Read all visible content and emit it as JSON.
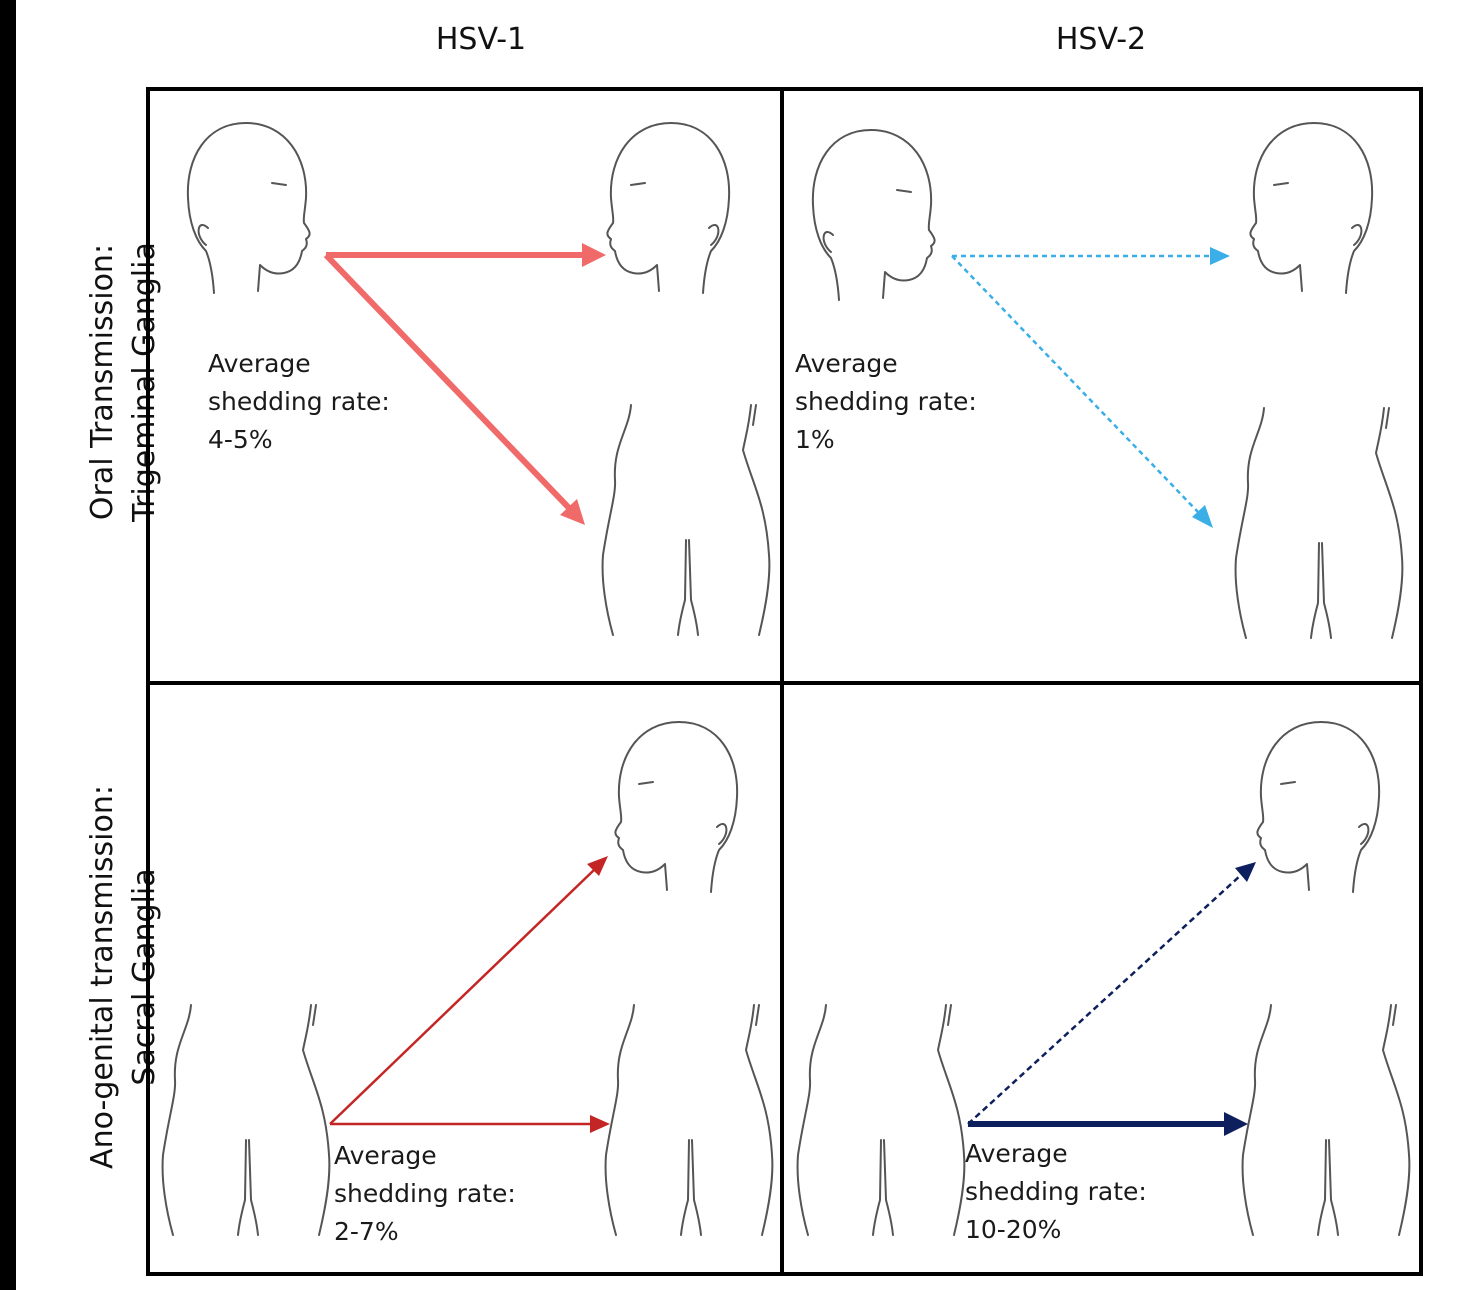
{
  "columns": [
    {
      "label": "HSV-1"
    },
    {
      "label": "HSV-2"
    }
  ],
  "rows": [
    {
      "line1": "Oral Transmission:",
      "line2": "Trigeminal Ganglia"
    },
    {
      "line1": "Ano-genital transmission:",
      "line2": "Sacral Ganglia"
    }
  ],
  "panels": [
    {
      "label_line1": "Average",
      "label_line2": "shedding rate:",
      "value": "4-5%",
      "arrow_color": "#f06a6a",
      "arrow_style": "solid-thick"
    },
    {
      "label_line1": "Average",
      "label_line2": "shedding rate:",
      "value": "1%",
      "arrow_color": "#3aaee6",
      "arrow_style": "dotted"
    },
    {
      "label_line1": "Average",
      "label_line2": "shedding rate:",
      "value": "2-7%",
      "arrow_color": "#c42626",
      "arrow_style": "solid-thin"
    },
    {
      "label_line1": "Average",
      "label_line2": "shedding rate:",
      "value": "10-20%",
      "arrow_color": "#0d1f5c",
      "arrow_style": "dashed-and-thick"
    }
  ]
}
